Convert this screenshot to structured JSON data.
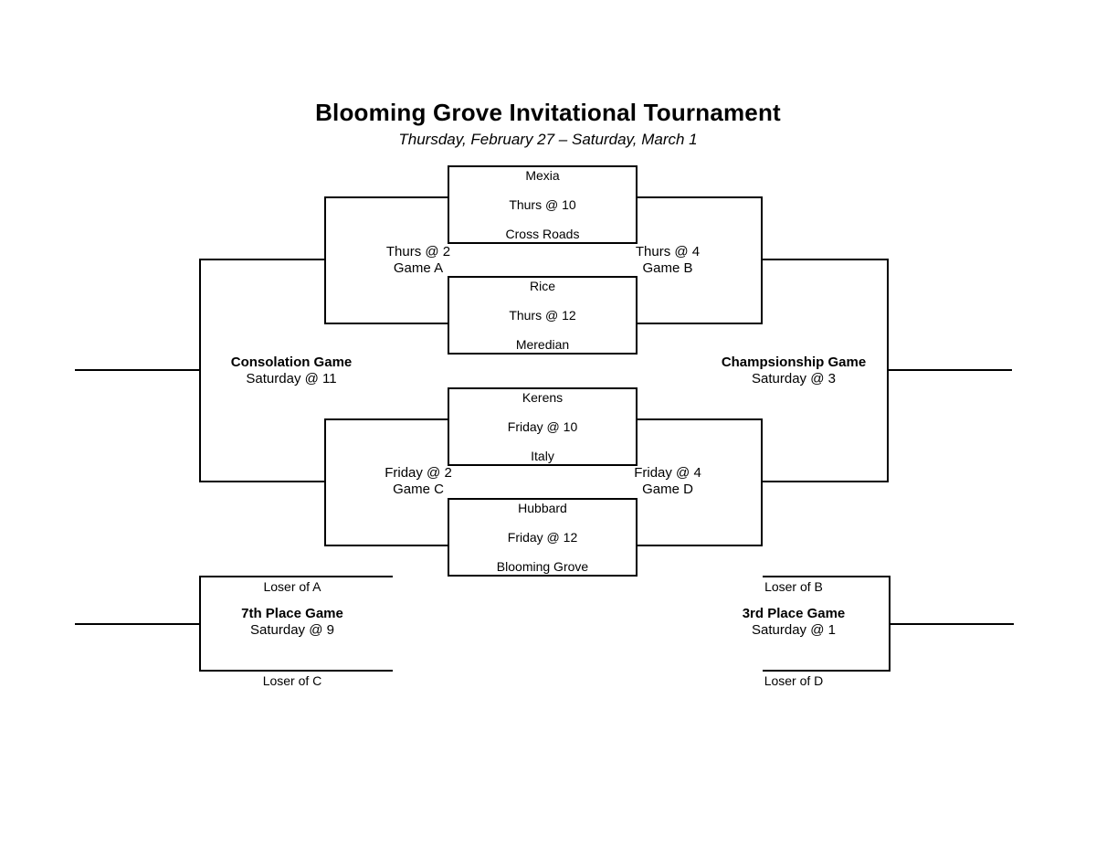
{
  "header": {
    "title": "Blooming Grove Invitational Tournament",
    "subtitle": "Thursday, February 27 – Saturday, March 1"
  },
  "first_round": [
    {
      "top": "Mexia",
      "time": "Thurs @ 10",
      "bottom": "Cross Roads"
    },
    {
      "top": "Rice",
      "time": "Thurs @ 12",
      "bottom": "Meredian"
    },
    {
      "top": "Kerens",
      "time": "Friday @ 10",
      "bottom": "Italy"
    },
    {
      "top": "Hubbard",
      "time": "Friday @ 12",
      "bottom": "Blooming Grove"
    }
  ],
  "second_round": [
    {
      "time": "Thurs @ 2",
      "name": "Game A"
    },
    {
      "time": "Thurs @ 4",
      "name": "Game B"
    },
    {
      "time": "Friday @ 2",
      "name": "Game C"
    },
    {
      "time": "Friday @ 4",
      "name": "Game D"
    }
  ],
  "finals": {
    "consolation": {
      "name": "Consolation Game",
      "time": "Saturday @ 11"
    },
    "championship": {
      "name": "Champsionship Game",
      "time": "Saturday @ 3"
    },
    "seventh_place": {
      "name": "7th Place Game",
      "time": "Saturday @ 9",
      "top_feeder": "Loser of A",
      "bottom_feeder": "Loser of C"
    },
    "third_place": {
      "name": "3rd Place Game",
      "time": "Saturday @ 1",
      "top_feeder": "Loser of B",
      "bottom_feeder": "Loser of D"
    }
  },
  "colors": {
    "line": "#000000",
    "background": "#ffffff",
    "text": "#000000"
  }
}
